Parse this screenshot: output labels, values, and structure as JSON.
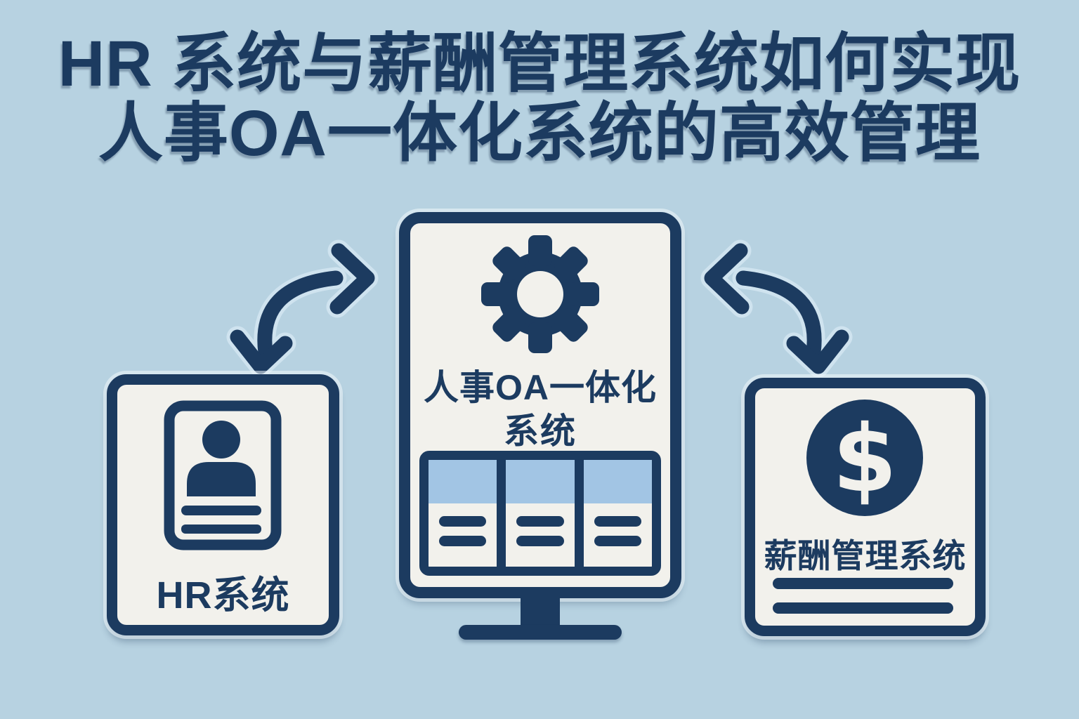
{
  "title": {
    "line1": "HR 系统与薪酬管理系统如何实现",
    "line2": "人事OA一体化系统的高效管理"
  },
  "nodes": {
    "hr": {
      "label": "HR系统",
      "icon": "id-card-person-icon"
    },
    "oa": {
      "label_line1": "人事OA一体化",
      "label_line2": "系统",
      "icon": "gear-icon",
      "table": {
        "columns": 3,
        "bars_per_column": 2
      }
    },
    "payroll": {
      "label": "薪酬管理系统",
      "icon": "dollar-circle-icon",
      "currency_symbol": "$",
      "text_lines_below": 2
    }
  },
  "arrows": [
    {
      "name": "hr-oa-arrow",
      "type": "bidirectional",
      "from": "HR系统",
      "to": "人事OA一体化系统"
    },
    {
      "name": "oa-payroll-arrow",
      "type": "bidirectional",
      "from": "人事OA一体化系统",
      "to": "薪酬管理系统"
    }
  ],
  "colors": {
    "navy": "#1c3b60",
    "background": "#b7d2e1",
    "panel": "#f2f1ec",
    "table_header": "#a2c5e4"
  }
}
